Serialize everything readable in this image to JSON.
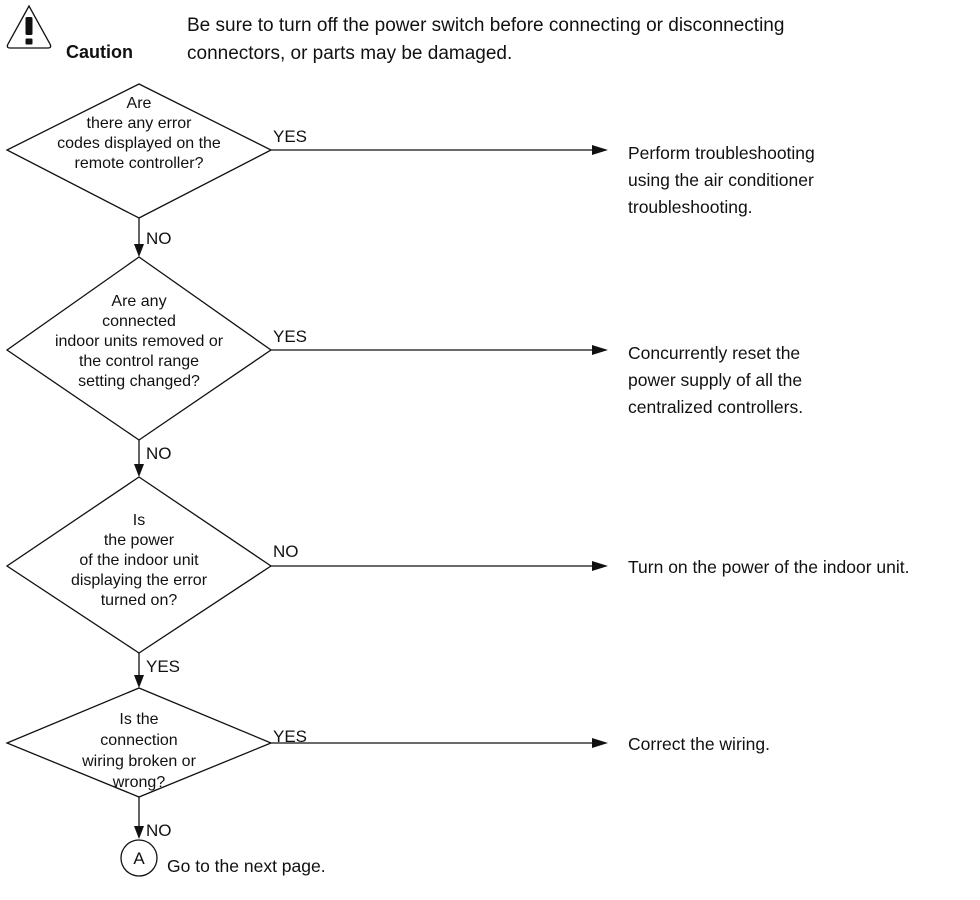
{
  "caution": {
    "label": "Caution",
    "text_line1": "Be sure to turn off the power switch before connecting or disconnecting",
    "text_line2": "connectors, or parts may be damaged."
  },
  "decisions": [
    {
      "lines": [
        "Are",
        "there any error",
        "codes displayed on the",
        "remote controller?"
      ],
      "side_label": "YES",
      "down_label": "NO",
      "result_lines": [
        "Perform troubleshooting",
        "using the air conditioner",
        "troubleshooting."
      ]
    },
    {
      "lines": [
        "Are any",
        "connected",
        "indoor units removed or",
        "the control range",
        "setting changed?"
      ],
      "side_label": "YES",
      "down_label": "NO",
      "result_lines": [
        "Concurrently reset the",
        "power supply of all the",
        "centralized controllers."
      ]
    },
    {
      "lines": [
        "Is",
        "the power",
        "of the indoor unit",
        "displaying the error",
        "turned on?"
      ],
      "side_label": "NO",
      "down_label": "YES",
      "result_lines": [
        "Turn on the power of the indoor unit."
      ]
    },
    {
      "lines": [
        "Is the",
        "connection",
        "wiring broken or",
        "wrong?"
      ],
      "side_label": "YES",
      "down_label": "NO",
      "result_lines": [
        "Correct the wiring."
      ]
    }
  ],
  "connector": {
    "letter": "A",
    "text": "Go to the next page."
  }
}
